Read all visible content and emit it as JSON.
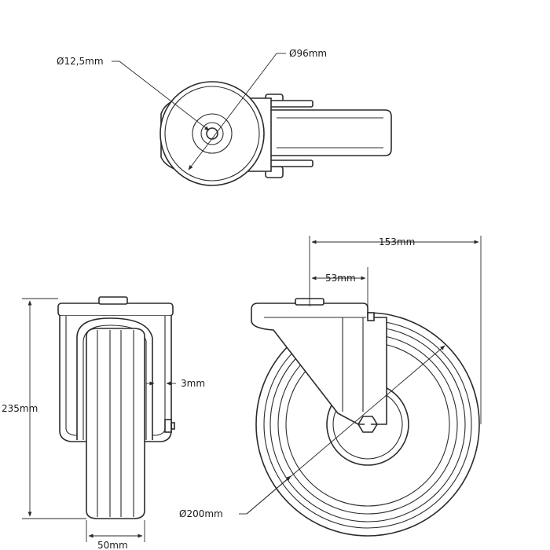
{
  "dimensions": {
    "axle_diameter": "Ø12,5mm",
    "bearing_diameter": "Ø96mm",
    "total_offset": "153mm",
    "swivel_offset": "53mm",
    "total_height": "235mm",
    "bracket_clearance": "3mm",
    "wheel_width": "50mm",
    "wheel_diameter": "Ø200mm"
  }
}
